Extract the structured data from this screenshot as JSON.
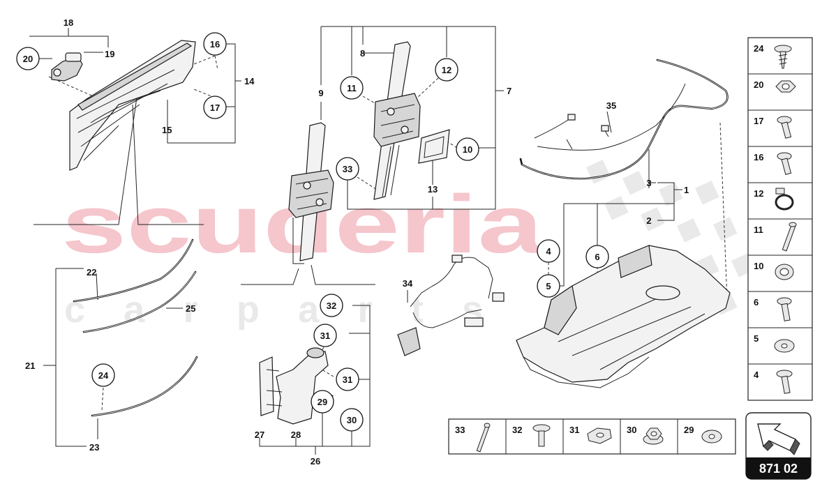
{
  "watermark": {
    "main": "scuderia",
    "sub": "c a r   p a r t s"
  },
  "reference": {
    "code": "871 02"
  },
  "callouts": [
    {
      "id": "c20",
      "label": "20"
    },
    {
      "id": "c16",
      "label": "16"
    },
    {
      "id": "c17",
      "label": "17"
    },
    {
      "id": "c11",
      "label": "11"
    },
    {
      "id": "c12",
      "label": "12"
    },
    {
      "id": "c10",
      "label": "10"
    },
    {
      "id": "c33",
      "label": "33"
    },
    {
      "id": "c4",
      "label": "4"
    },
    {
      "id": "c5",
      "label": "5"
    },
    {
      "id": "c6",
      "label": "6"
    },
    {
      "id": "c32",
      "label": "32"
    },
    {
      "id": "c31a",
      "label": "31"
    },
    {
      "id": "c31b",
      "label": "31"
    },
    {
      "id": "c29",
      "label": "29"
    },
    {
      "id": "c30",
      "label": "30"
    },
    {
      "id": "c24",
      "label": "24"
    }
  ],
  "labels": [
    {
      "id": "l18",
      "text": "18"
    },
    {
      "id": "l19",
      "text": "19"
    },
    {
      "id": "l14",
      "text": "14"
    },
    {
      "id": "l15",
      "text": "15"
    },
    {
      "id": "l9",
      "text": "9"
    },
    {
      "id": "l8",
      "text": "8"
    },
    {
      "id": "l7",
      "text": "7"
    },
    {
      "id": "l13",
      "text": "13"
    },
    {
      "id": "l35",
      "text": "35"
    },
    {
      "id": "l3",
      "text": "3"
    },
    {
      "id": "l1",
      "text": "1"
    },
    {
      "id": "l2",
      "text": "2"
    },
    {
      "id": "l34",
      "text": "34"
    },
    {
      "id": "l22",
      "text": "22"
    },
    {
      "id": "l25",
      "text": "25"
    },
    {
      "id": "l21",
      "text": "21"
    },
    {
      "id": "l23",
      "text": "23"
    },
    {
      "id": "l27",
      "text": "27"
    },
    {
      "id": "l28",
      "text": "28"
    },
    {
      "id": "l26",
      "text": "26"
    }
  ],
  "legend_side": [
    {
      "num": "24",
      "icon": "screw-icon"
    },
    {
      "num": "20",
      "icon": "hex-nut-icon"
    },
    {
      "num": "17",
      "icon": "flange-bolt-icon"
    },
    {
      "num": "16",
      "icon": "flange-bolt-icon"
    },
    {
      "num": "12",
      "icon": "hose-clamp-icon"
    },
    {
      "num": "11",
      "icon": "long-bolt-icon"
    },
    {
      "num": "10",
      "icon": "grommet-icon"
    },
    {
      "num": "6",
      "icon": "flange-bolt-icon"
    },
    {
      "num": "5",
      "icon": "washer-icon"
    },
    {
      "num": "4",
      "icon": "flange-bolt-icon"
    }
  ],
  "legend_bottom": [
    {
      "num": "33",
      "icon": "long-bolt-icon"
    },
    {
      "num": "32",
      "icon": "rivet-pin-icon"
    },
    {
      "num": "31",
      "icon": "spring-nut-icon"
    },
    {
      "num": "30",
      "icon": "flange-nut-icon"
    },
    {
      "num": "29",
      "icon": "washer-icon"
    }
  ]
}
